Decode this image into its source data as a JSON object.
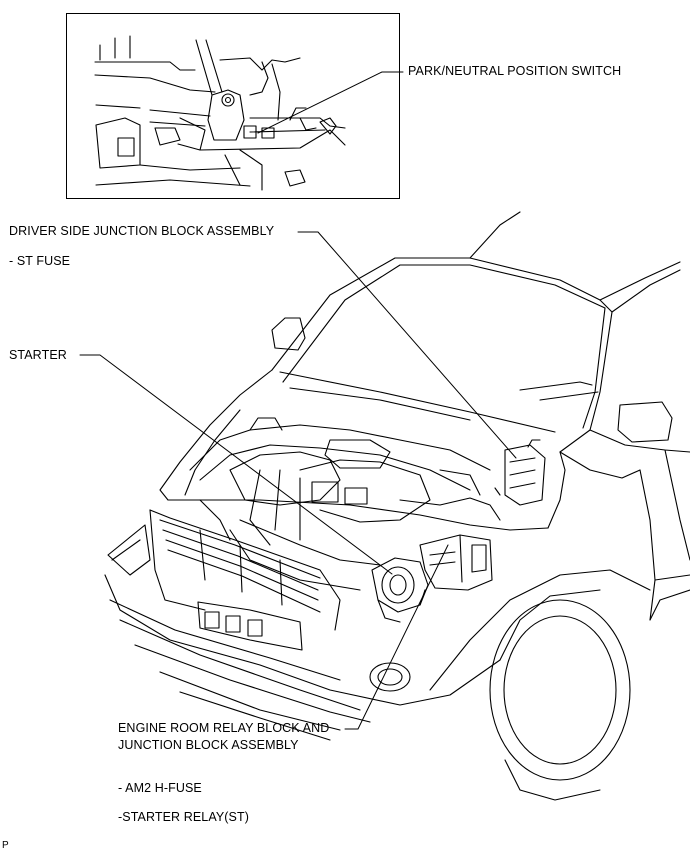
{
  "callouts": {
    "park_neutral": "PARK/NEUTRAL POSITION SWITCH",
    "driver_side_jb": "DRIVER SIDE JUNCTION BLOCK ASSEMBLY",
    "st_fuse": "- ST FUSE",
    "starter": "STARTER",
    "engine_room_line1": "ENGINE ROOM RELAY BLOCK AND",
    "engine_room_line2": "JUNCTION BLOCK ASSEMBLY",
    "am2_fuse": "- AM2 H-FUSE",
    "starter_relay": "-STARTER RELAY(ST)"
  },
  "corner_mark": "P"
}
